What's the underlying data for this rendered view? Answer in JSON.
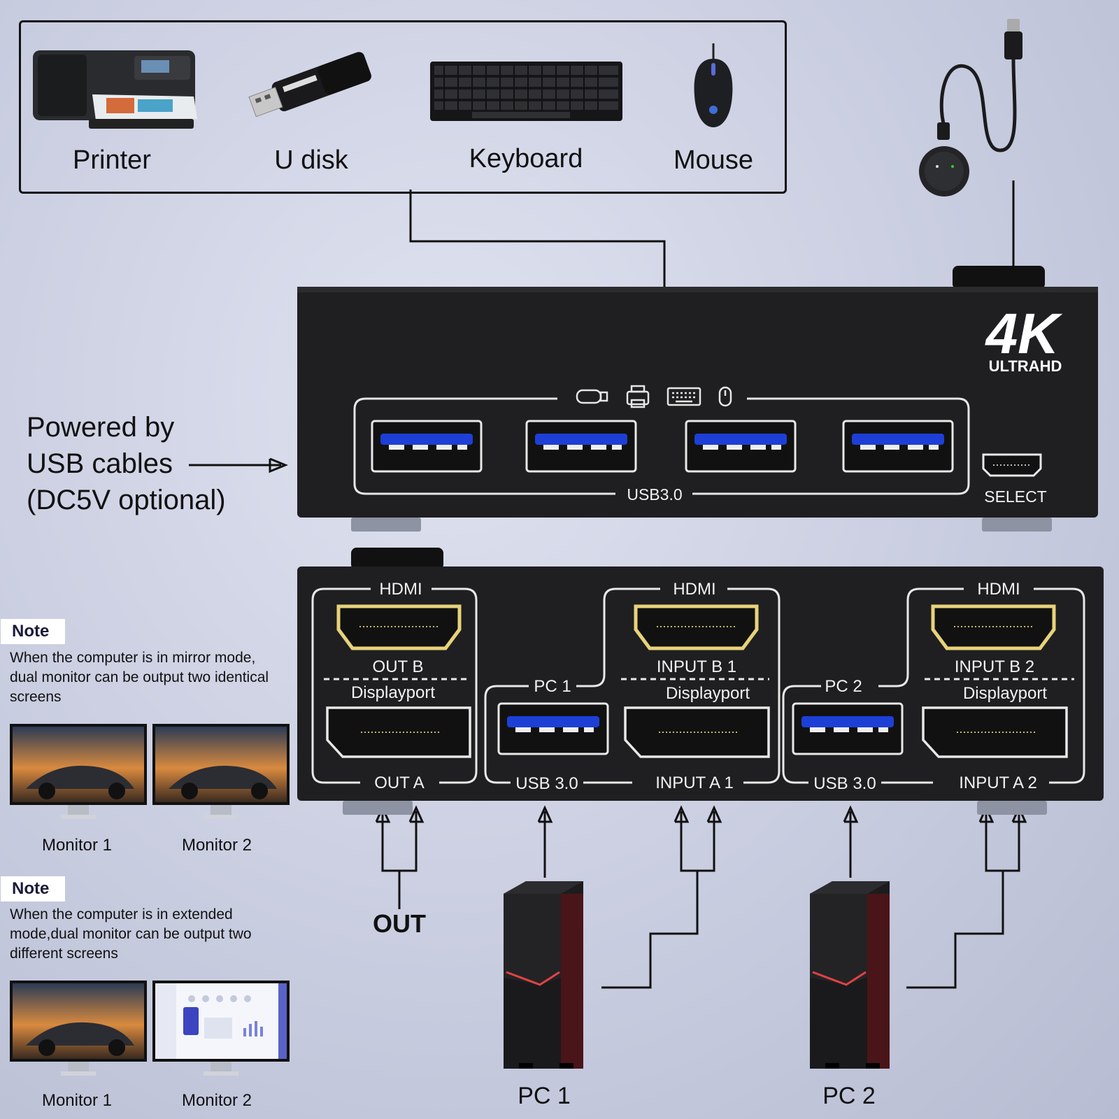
{
  "peripherals": {
    "printer": "Printer",
    "udisk": "U disk",
    "keyboard": "Keyboard",
    "mouse": "Mouse"
  },
  "power_note": {
    "line1": "Powered by",
    "line2": "USB cables",
    "line3": "(DC5V optional)"
  },
  "front_panel": {
    "brand_big": "4K",
    "brand_small": "ULTRAHD",
    "usb_label": "USB3.0",
    "select_label": "SELECT"
  },
  "back_panel": {
    "hdmi": "HDMI",
    "displayport": "Displayport",
    "out_b": "OUT B",
    "out_a": "OUT A",
    "input_b1": "INPUT B 1",
    "input_b2": "INPUT B 2",
    "input_a1": "INPUT A 1",
    "input_a2": "INPUT A 2",
    "pc1": "PC 1",
    "pc2": "PC 2",
    "usb30": "USB 3.0"
  },
  "note1": {
    "tag": "Note",
    "text": "When the computer is in mirror mode, dual monitor can be output two identical screens",
    "monitor1": "Monitor 1",
    "monitor2": "Monitor 2"
  },
  "note2": {
    "tag": "Note",
    "text": "When the computer is in extended mode,dual monitor can be output two different screens",
    "monitor1": "Monitor 1",
    "monitor2": "Monitor 2"
  },
  "out_label": "OUT",
  "pcs": {
    "pc1": "PC 1",
    "pc2": "PC 2"
  },
  "colors": {
    "device_body": "#1f1f21",
    "usb_blue": "#1d3fd6",
    "hdmi_gold": "#e8d27a"
  }
}
